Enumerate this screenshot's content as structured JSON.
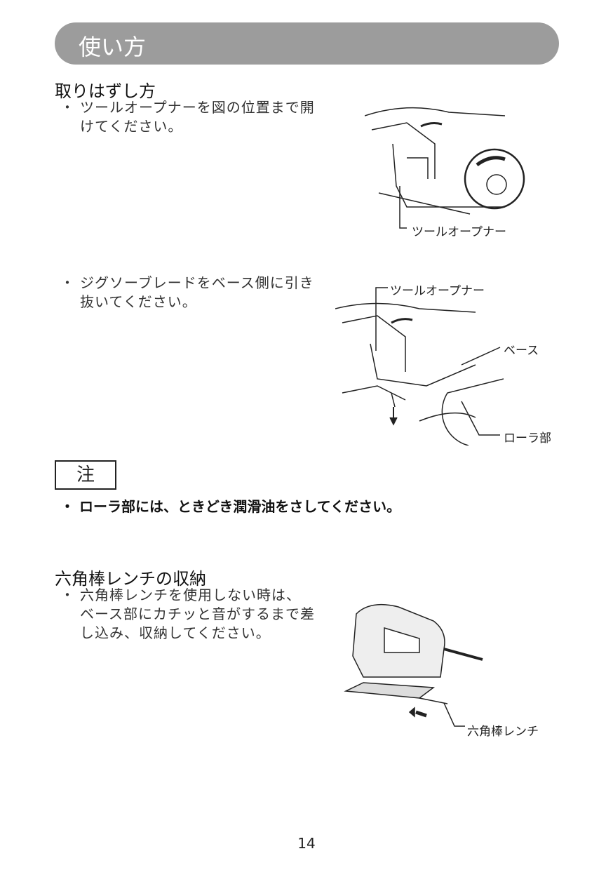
{
  "header": {
    "title": "使い方"
  },
  "section1": {
    "heading": "取りはずし方",
    "step1": {
      "bullet": "・",
      "lines": [
        "ツールオープナーを図の位置まで開",
        "けてください。"
      ],
      "figure_label": "ツールオープナー"
    },
    "step2": {
      "bullet": "・",
      "lines": [
        "ジグソーブレードをベース側に引き",
        "抜いてください。"
      ],
      "figure_labels": [
        "ツールオープナー",
        "ベース",
        "ローラ部"
      ]
    }
  },
  "note": {
    "label": "注",
    "text": "・ ローラ部には、ときどき潤滑油をさしてください。"
  },
  "section2": {
    "heading": "六角棒レンチの収納",
    "step1": {
      "bullet": "・",
      "lines": [
        "六角棒レンチを使用しない時は、",
        "ベース部にカチッと音がするまで差",
        "し込み、収納してください。"
      ],
      "figure_label": "六角棒レンチ"
    }
  },
  "page_number": "14"
}
